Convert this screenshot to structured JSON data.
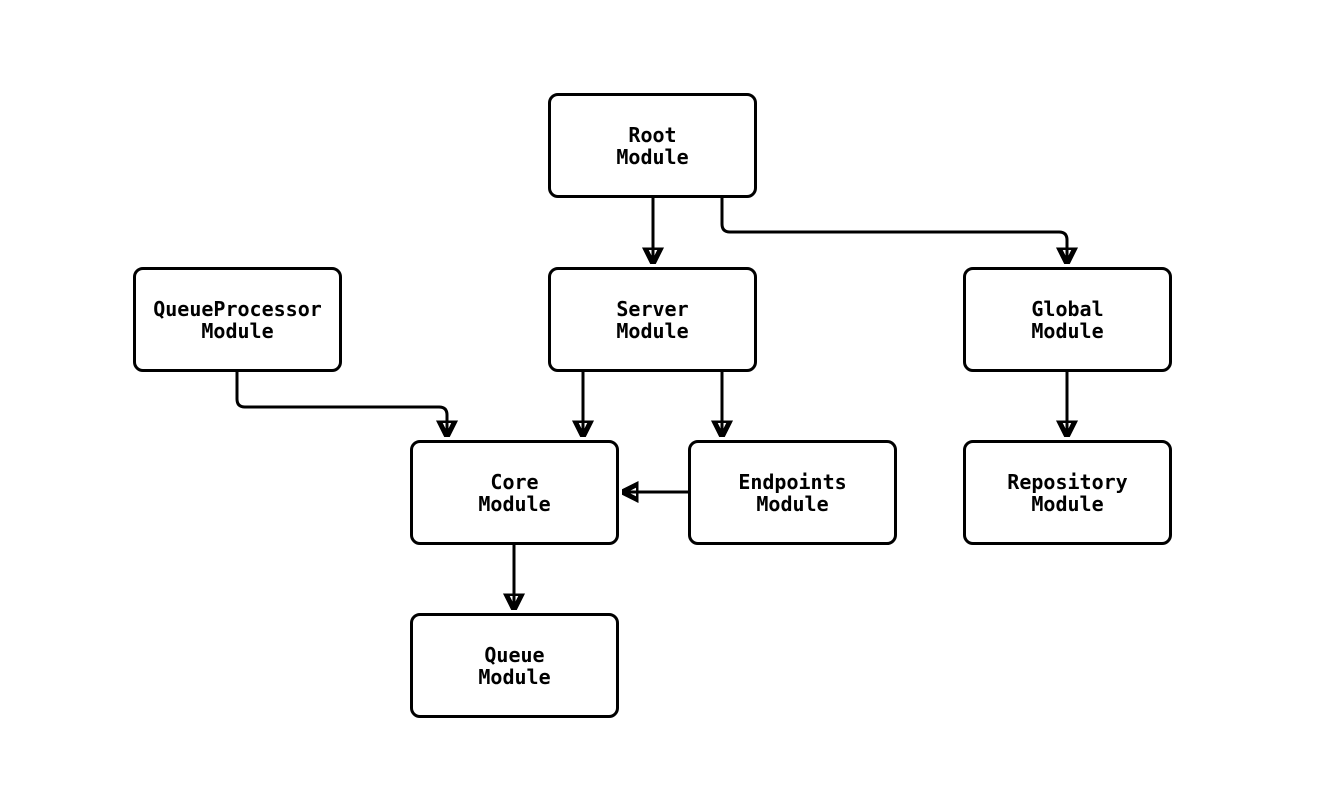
{
  "diagram": {
    "type": "module-dependency-graph",
    "colors": {
      "stroke": "#000000",
      "node_fill": "#ffffff",
      "background": "#ffffff"
    },
    "nodes": {
      "root": {
        "line1": "Root",
        "line2": "Module"
      },
      "queueProcessor": {
        "line1": "QueueProcessor",
        "line2": "Module"
      },
      "server": {
        "line1": "Server",
        "line2": "Module"
      },
      "global": {
        "line1": "Global",
        "line2": "Module"
      },
      "core": {
        "line1": "Core",
        "line2": "Module"
      },
      "endpoints": {
        "line1": "Endpoints",
        "line2": "Module"
      },
      "repository": {
        "line1": "Repository",
        "line2": "Module"
      },
      "queue": {
        "line1": "Queue",
        "line2": "Module"
      }
    },
    "edges": [
      {
        "from": "Root Module",
        "to": "Server Module"
      },
      {
        "from": "Root Module",
        "to": "Global Module"
      },
      {
        "from": "QueueProcessor Module",
        "to": "Core Module"
      },
      {
        "from": "Server Module",
        "to": "Core Module"
      },
      {
        "from": "Server Module",
        "to": "Endpoints Module"
      },
      {
        "from": "Endpoints Module",
        "to": "Core Module"
      },
      {
        "from": "Core Module",
        "to": "Queue Module"
      },
      {
        "from": "Global Module",
        "to": "Repository Module"
      }
    ]
  }
}
